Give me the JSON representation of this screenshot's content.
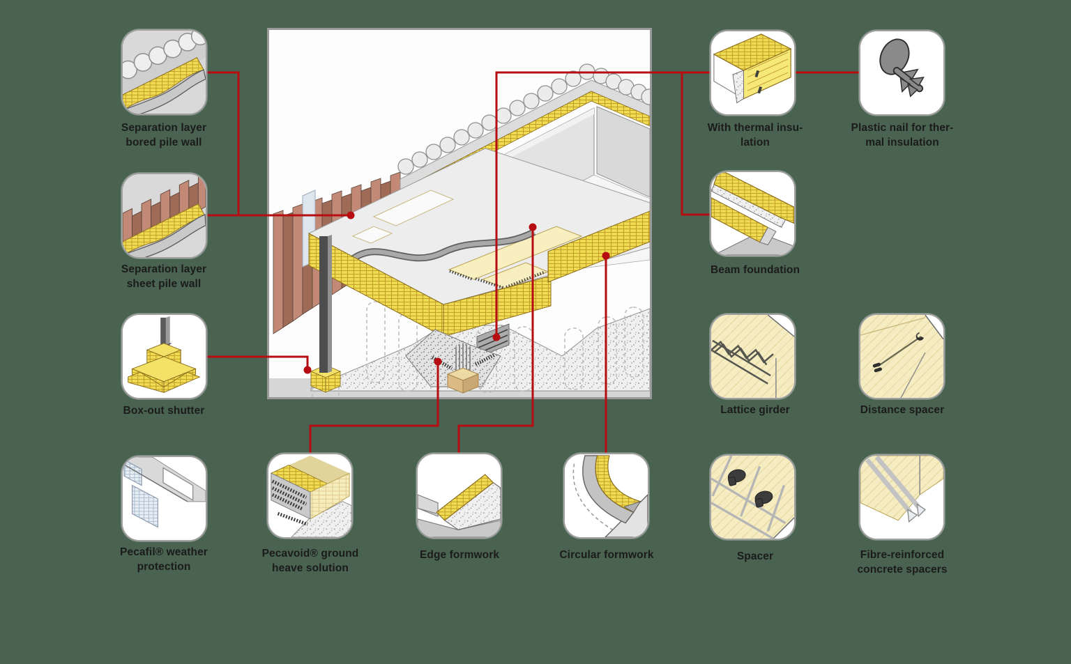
{
  "page": {
    "background_color": "#4a6350",
    "connector_color": "#b50d12"
  },
  "legend": {
    "sep_bored": {
      "label": "Separation layer\nbored pile wall"
    },
    "sep_sheet": {
      "label": "Separation layer\nsheet pile wall"
    },
    "box_out": {
      "label": "Box-out shutter"
    },
    "pecafil": {
      "label": "Pecafil® weather\nprotection"
    },
    "pecavoid": {
      "label": "Pecavoid® ground\nheave solution"
    },
    "edge": {
      "label": "Edge formwork"
    },
    "circular": {
      "label": "Circular formwork"
    },
    "thermal": {
      "label": "With thermal insu-\nlation"
    },
    "nail": {
      "label": "Plastic nail for ther-\nmal insulation"
    },
    "beam": {
      "label": "Beam foundation"
    },
    "lattice": {
      "label": "Lattice girder"
    },
    "distance": {
      "label": "Distance spacer"
    },
    "spacer": {
      "label": "Spacer"
    },
    "fibre": {
      "label": "Fibre-reinforced\nconcrete spacers"
    }
  }
}
